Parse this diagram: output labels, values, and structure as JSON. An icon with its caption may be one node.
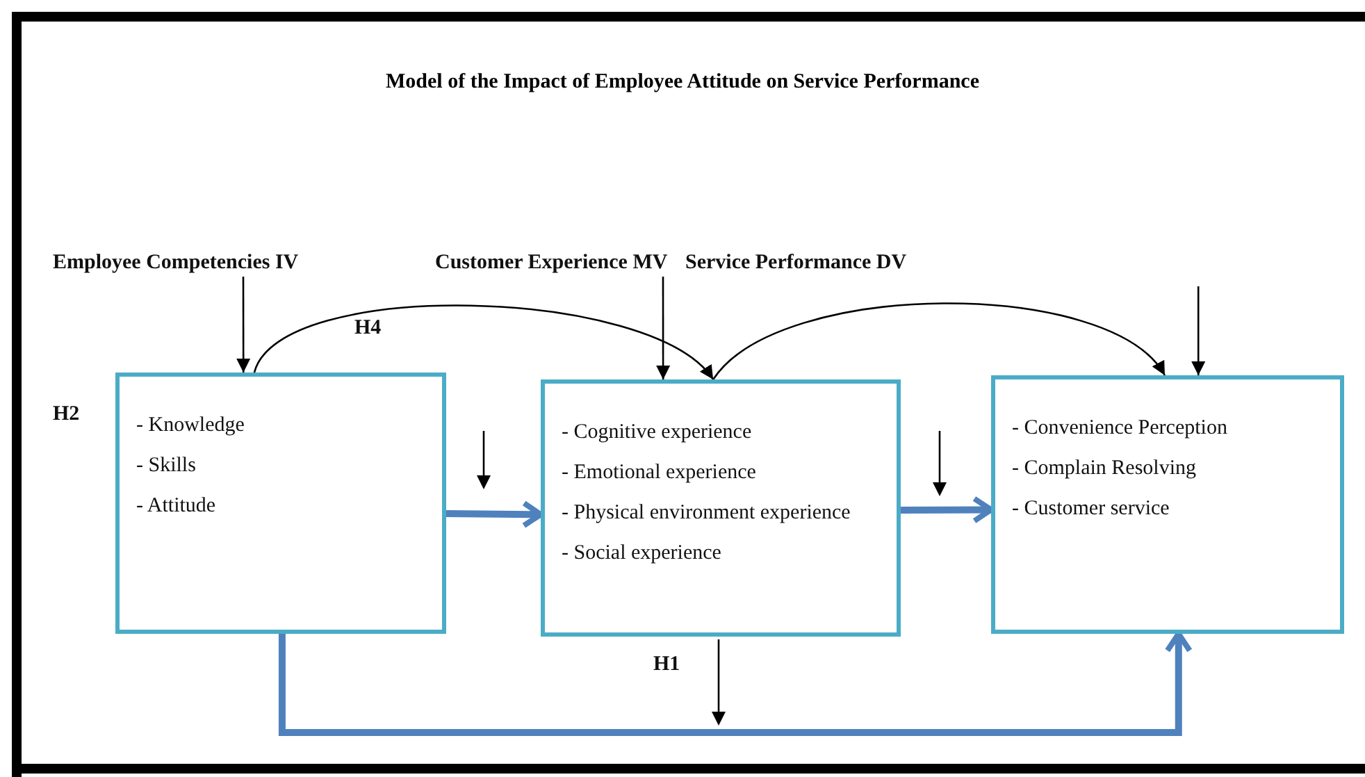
{
  "diagram": {
    "title": "Model of the Impact of Employee Attitude on Service Performance",
    "nodes": [
      {
        "text": [
          "Employee Competencies IV"
        ]
      },
      {
        "text": [
          "Customer Experience MV"
        ]
      },
      {
        "text": [
          "Service Performance DV"
        ]
      },
      {
        "text": [
          "- Knowledge",
          "- Skills",
          "- Attitude"
        ]
      },
      {
        "text": [
          "- Cognitive experience",
          "- Emotional experience",
          "- Physical environment experience",
          "- Social experience"
        ]
      },
      {
        "text": [
          "- Convenience Perception",
          "- Complain Resolving",
          "- Customer service"
        ]
      }
    ],
    "edges": [
      {
        "from": 3,
        "to": 4,
        "arrow": "to",
        "style": "thick",
        "color": "#4f81bd"
      },
      {
        "from": 4,
        "to": 5,
        "arrow": "to",
        "style": "thick",
        "color": "#4f81bd"
      },
      {
        "from": 3,
        "to": 5,
        "arrow": "to",
        "style": "thick",
        "color": "#4f81bd"
      },
      {
        "from": 3,
        "to": 4,
        "arrow": "to",
        "label": "H4"
      },
      {
        "from": 4,
        "to": 5,
        "arrow": "to"
      },
      {
        "from": 0,
        "to": 3,
        "arrow": "to"
      },
      {
        "from": 1,
        "to": 4,
        "arrow": "to"
      },
      {
        "from": null,
        "to": 5,
        "arrow": "to"
      }
    ],
    "labels": [
      "H2",
      "H1"
    ]
  }
}
